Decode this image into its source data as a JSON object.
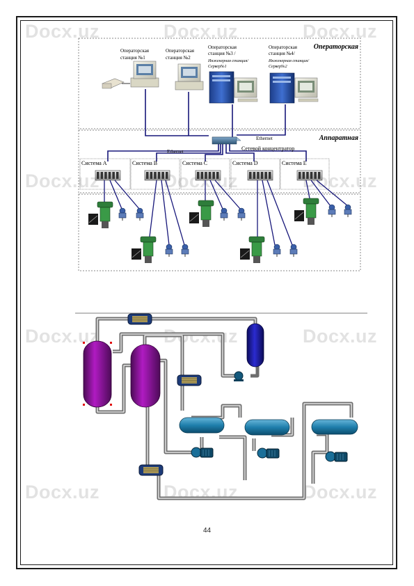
{
  "watermark": {
    "text": "Docx.uz"
  },
  "diagram1": {
    "zone_operator": "Операторская",
    "zone_apparatus": "Аппаратная",
    "stations": [
      {
        "line1": "Операторская",
        "line2": "станция №1"
      },
      {
        "line1": "Операторская",
        "line2": "станция №2"
      },
      {
        "line1": "Операторская",
        "line2": "станция №3 /",
        "line3": "Инженерная станция/",
        "line4": "Сервер№1"
      },
      {
        "line1": "Операторская",
        "line2": "станция №4/",
        "line3": "Инженерная станция/",
        "line4": "Сервер№2"
      }
    ],
    "ethernet_top": "Ethernet",
    "ethernet_mid": "Ethernet",
    "hub": "Сетевой концентратор",
    "systems": [
      "Система А",
      "Система В",
      "Система С",
      "Система D",
      "Система Е"
    ]
  },
  "page_number": "44"
}
